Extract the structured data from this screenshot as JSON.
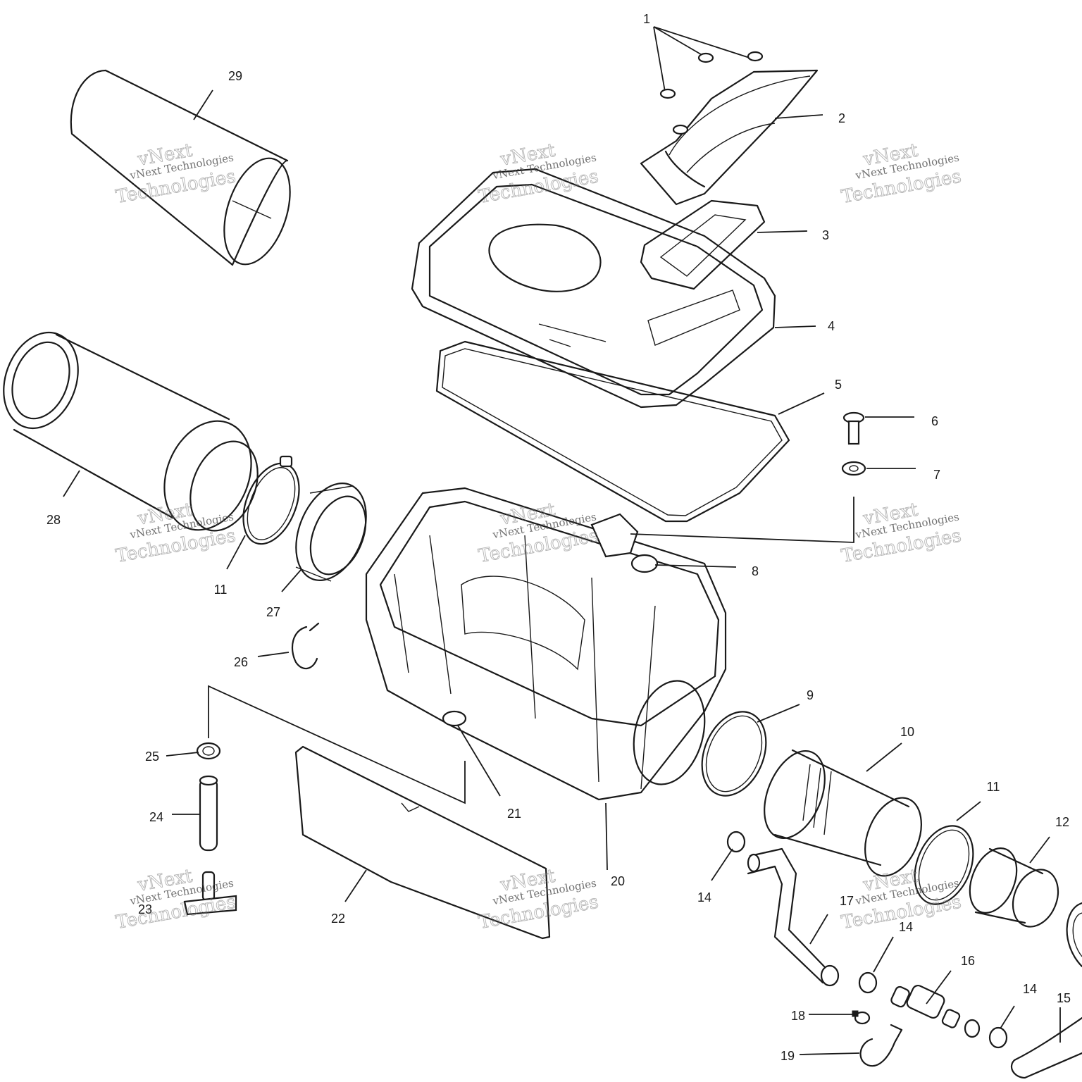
{
  "callouts": [
    {
      "label": "1"
    },
    {
      "label": "2"
    },
    {
      "label": "3"
    },
    {
      "label": "4"
    },
    {
      "label": "5"
    },
    {
      "label": "6"
    },
    {
      "label": "7"
    },
    {
      "label": "8"
    },
    {
      "label": "9"
    },
    {
      "label": "10"
    },
    {
      "label": "11"
    },
    {
      "label": "12"
    },
    {
      "label": "14"
    },
    {
      "label": "15"
    },
    {
      "label": "16"
    },
    {
      "label": "17"
    },
    {
      "label": "18"
    },
    {
      "label": "19"
    },
    {
      "label": "20"
    },
    {
      "label": "21"
    },
    {
      "label": "22"
    },
    {
      "label": "23"
    },
    {
      "label": "24"
    },
    {
      "label": "25"
    },
    {
      "label": "26"
    },
    {
      "label": "27"
    },
    {
      "label": "28"
    },
    {
      "label": "29"
    },
    {
      "label": "11"
    },
    {
      "label": "14"
    },
    {
      "label": "14"
    }
  ],
  "watermark": {
    "brand": "vNext",
    "company": "vNext Technologies",
    "word": "Technologies"
  }
}
